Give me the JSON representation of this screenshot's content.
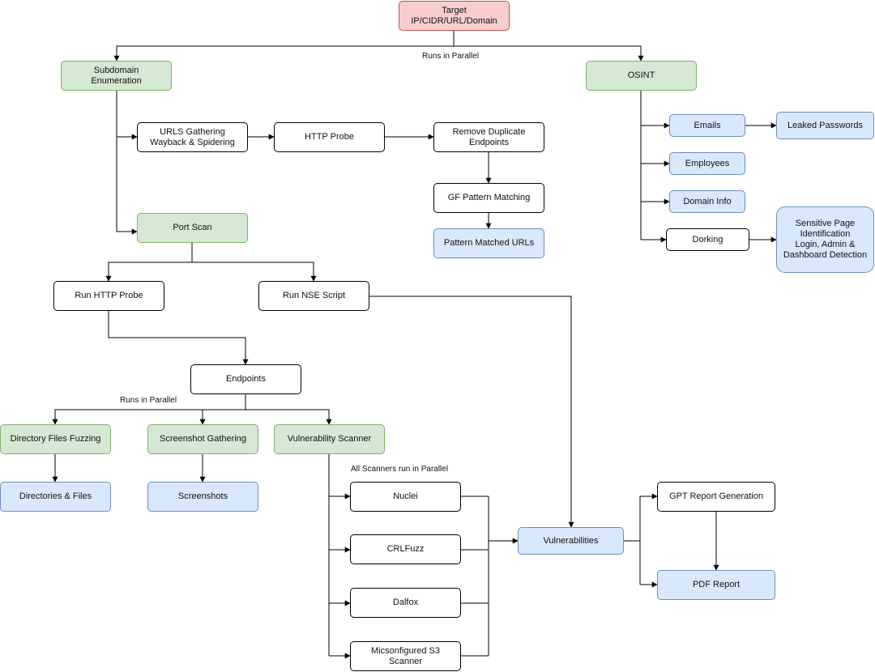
{
  "nodes": {
    "target": "Target\nIP/CIDR/URL/Domain",
    "subdomain": "Subdomain\nEnumeration",
    "osint": "OSINT",
    "urls_gathering": "URLS Gathering\nWayback & Spidering",
    "http_probe": "HTTP Probe",
    "remove_dup": "Remove Duplicate\nEndpoints",
    "gf_pattern": "GF Pattern Matching",
    "pattern_urls": "Pattern Matched URLs",
    "port_scan": "Port Scan",
    "run_http_probe": "Run HTTP Probe",
    "run_nse": "Run NSE Script",
    "endpoints": "Endpoints",
    "dir_fuzz": "Directory Files Fuzzing",
    "screenshot_gathering": "Screenshot Gathering",
    "vuln_scanner": "Vulnerability Scanner",
    "dirs_files": "Directories & Files",
    "screenshots": "Screenshots",
    "nuclei": "Nuclei",
    "crlfuzz": "CRLFuzz",
    "dalfox": "Dalfox",
    "s3": "Micsonfigured S3\nScanner",
    "vulnerabilities": "Vulnerabilities",
    "gpt_report": "GPT Report Generation",
    "pdf_report": "PDF Report",
    "emails": "Emails",
    "leaked_pw": "Leaked Passwords",
    "employees": "Employees",
    "domain_info": "Domain Info",
    "dorking": "Dorking",
    "sensitive": "Sensitive Page\nIdentification\nLogin, Admin &\nDashboard Detection"
  },
  "labels": {
    "parallel_top": "Runs in Parallel",
    "parallel_mid": "Runs in Parallel",
    "scanners_parallel": "All Scanners run in Parallel"
  },
  "colors": {
    "green_fill": "#d5e8d4",
    "green_stroke": "#82b366",
    "blue_fill": "#dae8fc",
    "blue_stroke": "#6c8ebf",
    "red_fill": "#f8cecc",
    "red_stroke": "#b85450"
  }
}
